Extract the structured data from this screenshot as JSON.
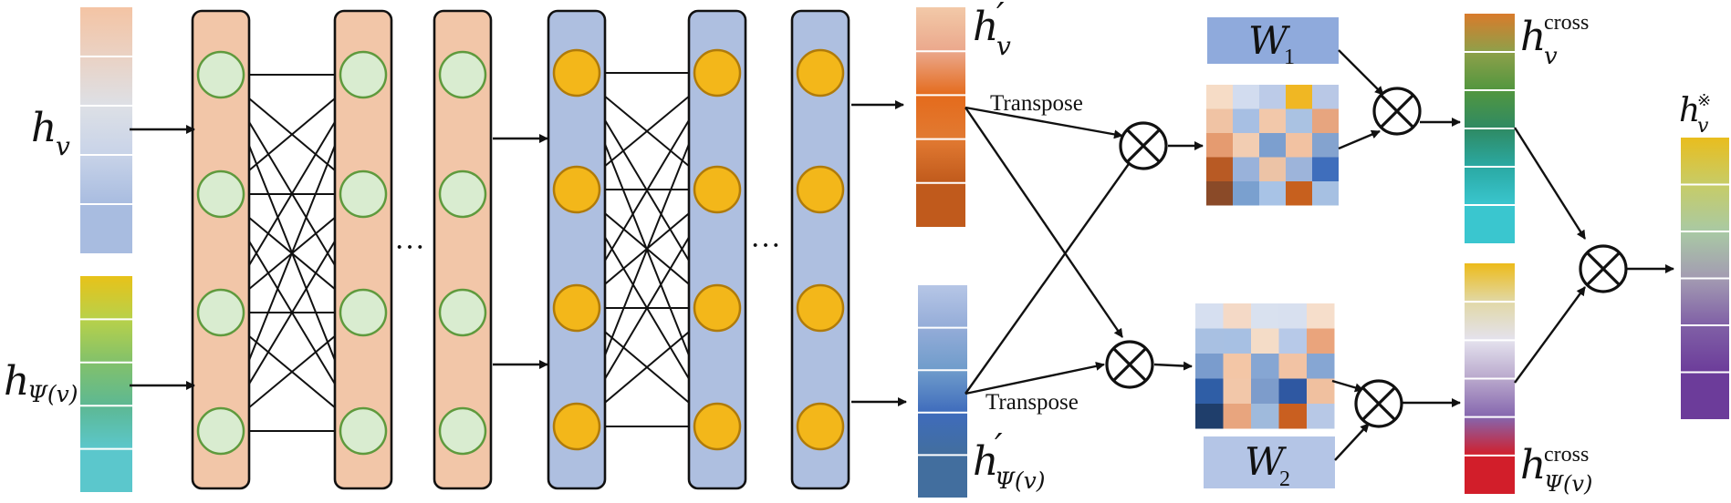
{
  "labels": {
    "h_v": {
      "base": "h",
      "sub": "v"
    },
    "h_psi": {
      "base": "h",
      "sub": "Ψ(v)"
    },
    "h_v_prime": {
      "base": "h",
      "prime": "′",
      "sub": "v"
    },
    "h_psi_prime": {
      "base": "h",
      "prime": "′",
      "sub": "Ψ(v)"
    },
    "w1": {
      "base": "W",
      "sub": "1"
    },
    "w2": {
      "base": "W",
      "sub": "2"
    },
    "h_v_cross": {
      "base": "h",
      "sup": "cross",
      "sub": "v"
    },
    "h_psi_cross": {
      "base": "h",
      "sup": "cross",
      "sub": "Ψ(v)"
    },
    "h_v_final": {
      "base": "h",
      "sup": "※",
      "sub": "v"
    },
    "transpose_top": "Transpose",
    "transpose_bottom": "Transpose",
    "ellipsis_1": "···",
    "ellipsis_2": "···"
  },
  "colors": {
    "orange_layer": "#f2c6a8",
    "blue_layer": "#aebfe0",
    "node_green": "#d9ecd0",
    "node_green_stroke": "#5f9a3d",
    "node_yellow": "#f3b71a",
    "node_yellow_stroke": "#b07b0a",
    "w_box": "#8faadc",
    "w_box_light": "#b4c5e6"
  },
  "vectors": {
    "h_v": [
      "#f4c4a4",
      "#ead2c4",
      "#dde0e6",
      "#c8d3e8",
      "#a8bce0"
    ],
    "h_psi": [
      "#e8c219",
      "#b8d14a",
      "#82c16b",
      "#5db893",
      "#5bc7cc"
    ],
    "h_v_prime": [
      "#f2c9a8",
      "#eba88c",
      "#e46b1c",
      "#e27a32",
      "#c05a1c"
    ],
    "h_psi_prime": [
      "#b6c6e6",
      "#94acd8",
      "#6f9ccb",
      "#3f6cbc",
      "#426e9e"
    ],
    "h_v_cross": [
      "#d97b2b",
      "#8ea04a",
      "#52963f",
      "#2f8a63",
      "#2aa9a3",
      "#3ac6cf"
    ],
    "h_psi_cross": [
      "#edbb1a",
      "#e1d8a6",
      "#e4e2ee",
      "#b9a8cc",
      "#8566ae",
      "#d21e2a"
    ],
    "h_v_final": [
      "#e9bd1e",
      "#c7cc67",
      "#a9c9a4",
      "#a39bb2",
      "#8060a6",
      "#6c3c9a"
    ]
  },
  "matrices": {
    "top": [
      [
        "#f6dcc6",
        "#d2dcef",
        "#bccbe8",
        "#f0b723",
        "#b9c8e6"
      ],
      [
        "#f0c3a4",
        "#a7bfe3",
        "#f2c8aa",
        "#aac2e2",
        "#e7a57f"
      ],
      [
        "#e59b70",
        "#f2cdb2",
        "#7c9fcf",
        "#f2c2a2",
        "#84a3cf"
      ],
      [
        "#b85a24",
        "#99b2da",
        "#ecc3a6",
        "#9db4da",
        "#3f6ebc"
      ],
      [
        "#8a4a28",
        "#7aa0cf",
        "#a8c3e6",
        "#c7601e",
        "#a6c0e2"
      ]
    ],
    "bottom": [
      [
        "#d6dff0",
        "#f4d9c6",
        "#d9e1ef",
        "#d8e0ef",
        "#f6decb"
      ],
      [
        "#a8c0e2",
        "#a7c0e3",
        "#f4dcc7",
        "#b7c9e8",
        "#eaa47c"
      ],
      [
        "#7a9ccd",
        "#f3c6a6",
        "#86a6d3",
        "#f2c3a4",
        "#86a6d3"
      ],
      [
        "#2f5ea6",
        "#f2c7a9",
        "#7d9ccb",
        "#2f58a2",
        "#f0c09f"
      ],
      [
        "#1f3e6b",
        "#e8a57e",
        "#9fbadc",
        "#c95f20",
        "#b7c8e6"
      ]
    ]
  }
}
